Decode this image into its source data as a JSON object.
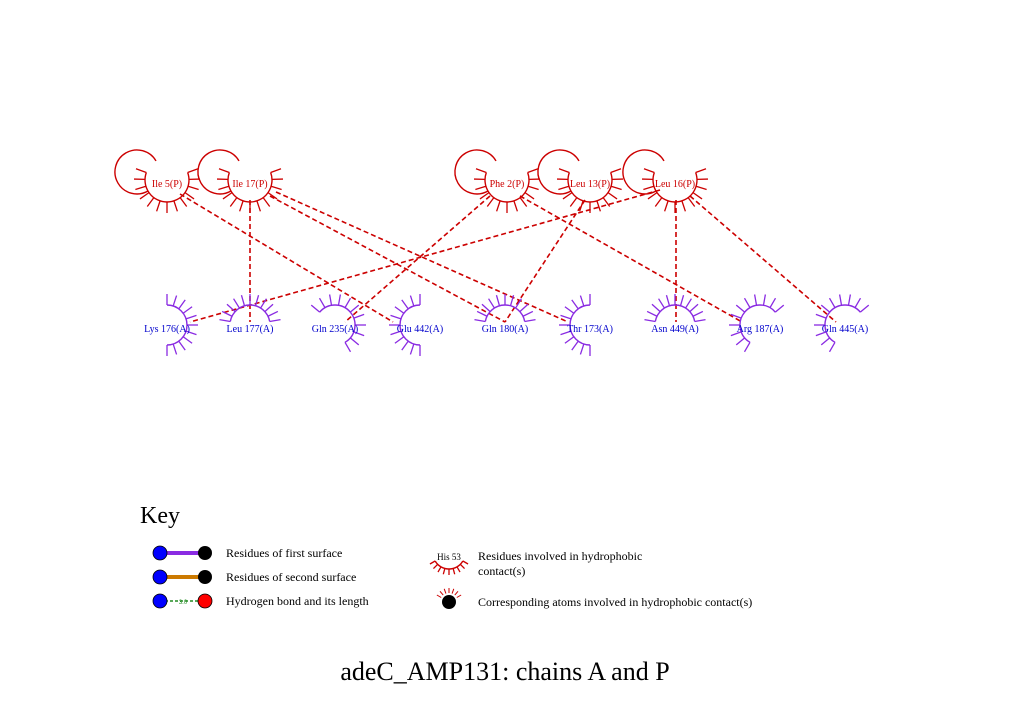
{
  "colors": {
    "chain_p": "#cc0000",
    "chain_a": "#8a2be2",
    "label_p": "#cc0000",
    "label_a": "#0000cc",
    "contact_line": "#cc0000",
    "first_surface_bond": "#8a2be2",
    "second_surface_bond": "#cc7a00",
    "hbond": "#228b22"
  },
  "residues_p": [
    {
      "label": "Ile 5(P)"
    },
    {
      "label": "Ile 17(P)"
    },
    {
      "label": "Phe 2(P)"
    },
    {
      "label": "Leu 13(P)"
    },
    {
      "label": "Leu 16(P)"
    }
  ],
  "residues_a": [
    {
      "label": "Lys 176(A)"
    },
    {
      "label": "Leu 177(A)"
    },
    {
      "label": "Gln 235(A)"
    },
    {
      "label": "Glu 442(A)"
    },
    {
      "label": "Gln 180(A)"
    },
    {
      "label": "Thr 173(A)"
    },
    {
      "label": "Asn 449(A)"
    },
    {
      "label": "Arg 187(A)"
    },
    {
      "label": "Gln 445(A)"
    }
  ],
  "contacts": [
    {
      "from": "Ile 5(P)",
      "to": "Glu 442(A)"
    },
    {
      "from": "Ile 17(P)",
      "to": "Leu 177(A)"
    },
    {
      "from": "Ile 17(P)",
      "to": "Gln 180(A)"
    },
    {
      "from": "Ile 17(P)",
      "to": "Thr 173(A)"
    },
    {
      "from": "Phe 2(P)",
      "to": "Gln 235(A)"
    },
    {
      "from": "Phe 2(P)",
      "to": "Arg 187(A)"
    },
    {
      "from": "Leu 13(P)",
      "to": "Gln 180(A)"
    },
    {
      "from": "Leu 16(P)",
      "to": "Lys 176(A)"
    },
    {
      "from": "Leu 16(P)",
      "to": "Asn 449(A)"
    },
    {
      "from": "Leu 16(P)",
      "to": "Gln 445(A)"
    }
  ],
  "key": {
    "title": "Key",
    "items": [
      {
        "text": "Residues of first surface"
      },
      {
        "text": "Residues of second surface"
      },
      {
        "text": "Hydrogen bond and its length",
        "bond_length": "3.0"
      },
      {
        "text": "Residues involved in hydrophobic",
        "text2": "contact(s)",
        "example_residue": "His 53"
      },
      {
        "text": "Corresponding atoms involved in hydrophobic contact(s)"
      }
    ]
  },
  "title": "adeC_AMP131: chains A and P"
}
